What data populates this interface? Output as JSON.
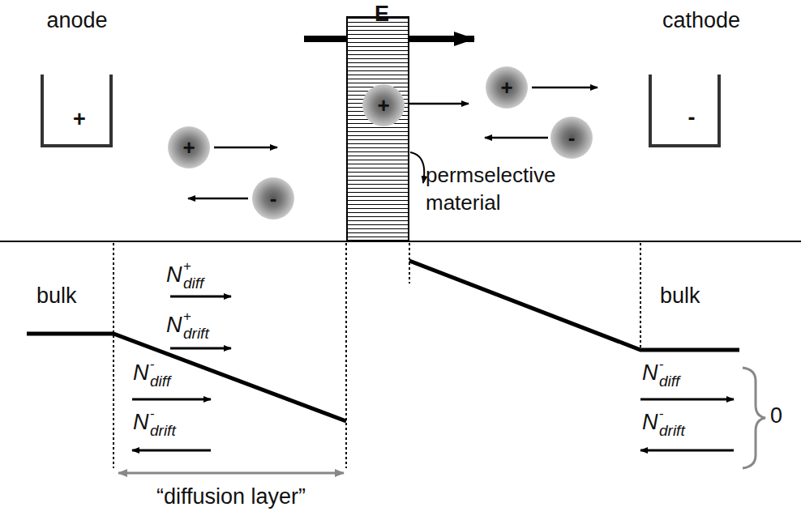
{
  "diagram": {
    "nodes": [
      {
        "text": [
          "anode",
          "+"
        ]
      },
      {
        "text": [
          "permselective material"
        ]
      },
      {
        "text": [
          "+"
        ],
        "in": 1
      },
      {
        "text": [
          "cathode",
          "-"
        ]
      },
      {
        "text": [
          "+"
        ]
      },
      {
        "text": [
          "-"
        ]
      },
      {
        "text": [
          "+"
        ]
      },
      {
        "text": [
          "-"
        ]
      }
    ],
    "labels": [
      "E",
      "bulk",
      "N",
      "+",
      "diff",
      "N",
      "+",
      "drift",
      "N",
      "-",
      "diff",
      "N",
      "-",
      "drift",
      "bulk",
      "N",
      "-",
      "diff",
      "N",
      "-",
      "drift",
      "0",
      "“diffusion layer”"
    ]
  }
}
